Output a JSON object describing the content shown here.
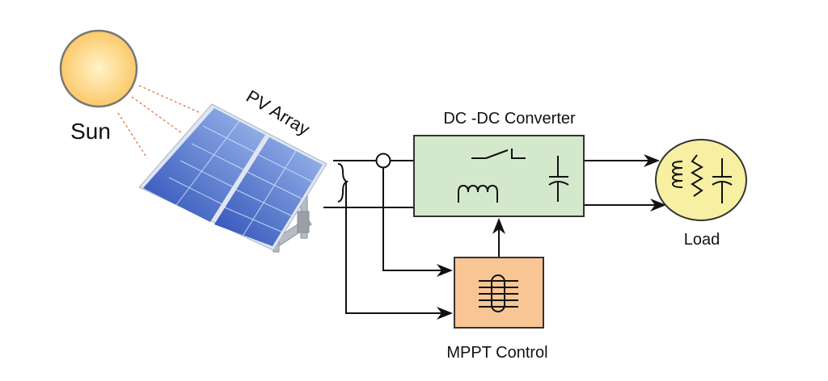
{
  "labels": {
    "sun": "Sun",
    "pv_array": "PV Array",
    "converter": "DC -DC Converter",
    "load": "Load",
    "mppt": "MPPT Control"
  },
  "colors": {
    "sun_fill": "#fcd88a",
    "converter_fill": "#d4e9cc",
    "mppt_fill": "#f9c595",
    "load_fill": "#f7f0a3",
    "panel_blue": "#4a6fd0",
    "ray": "#e8744a"
  }
}
